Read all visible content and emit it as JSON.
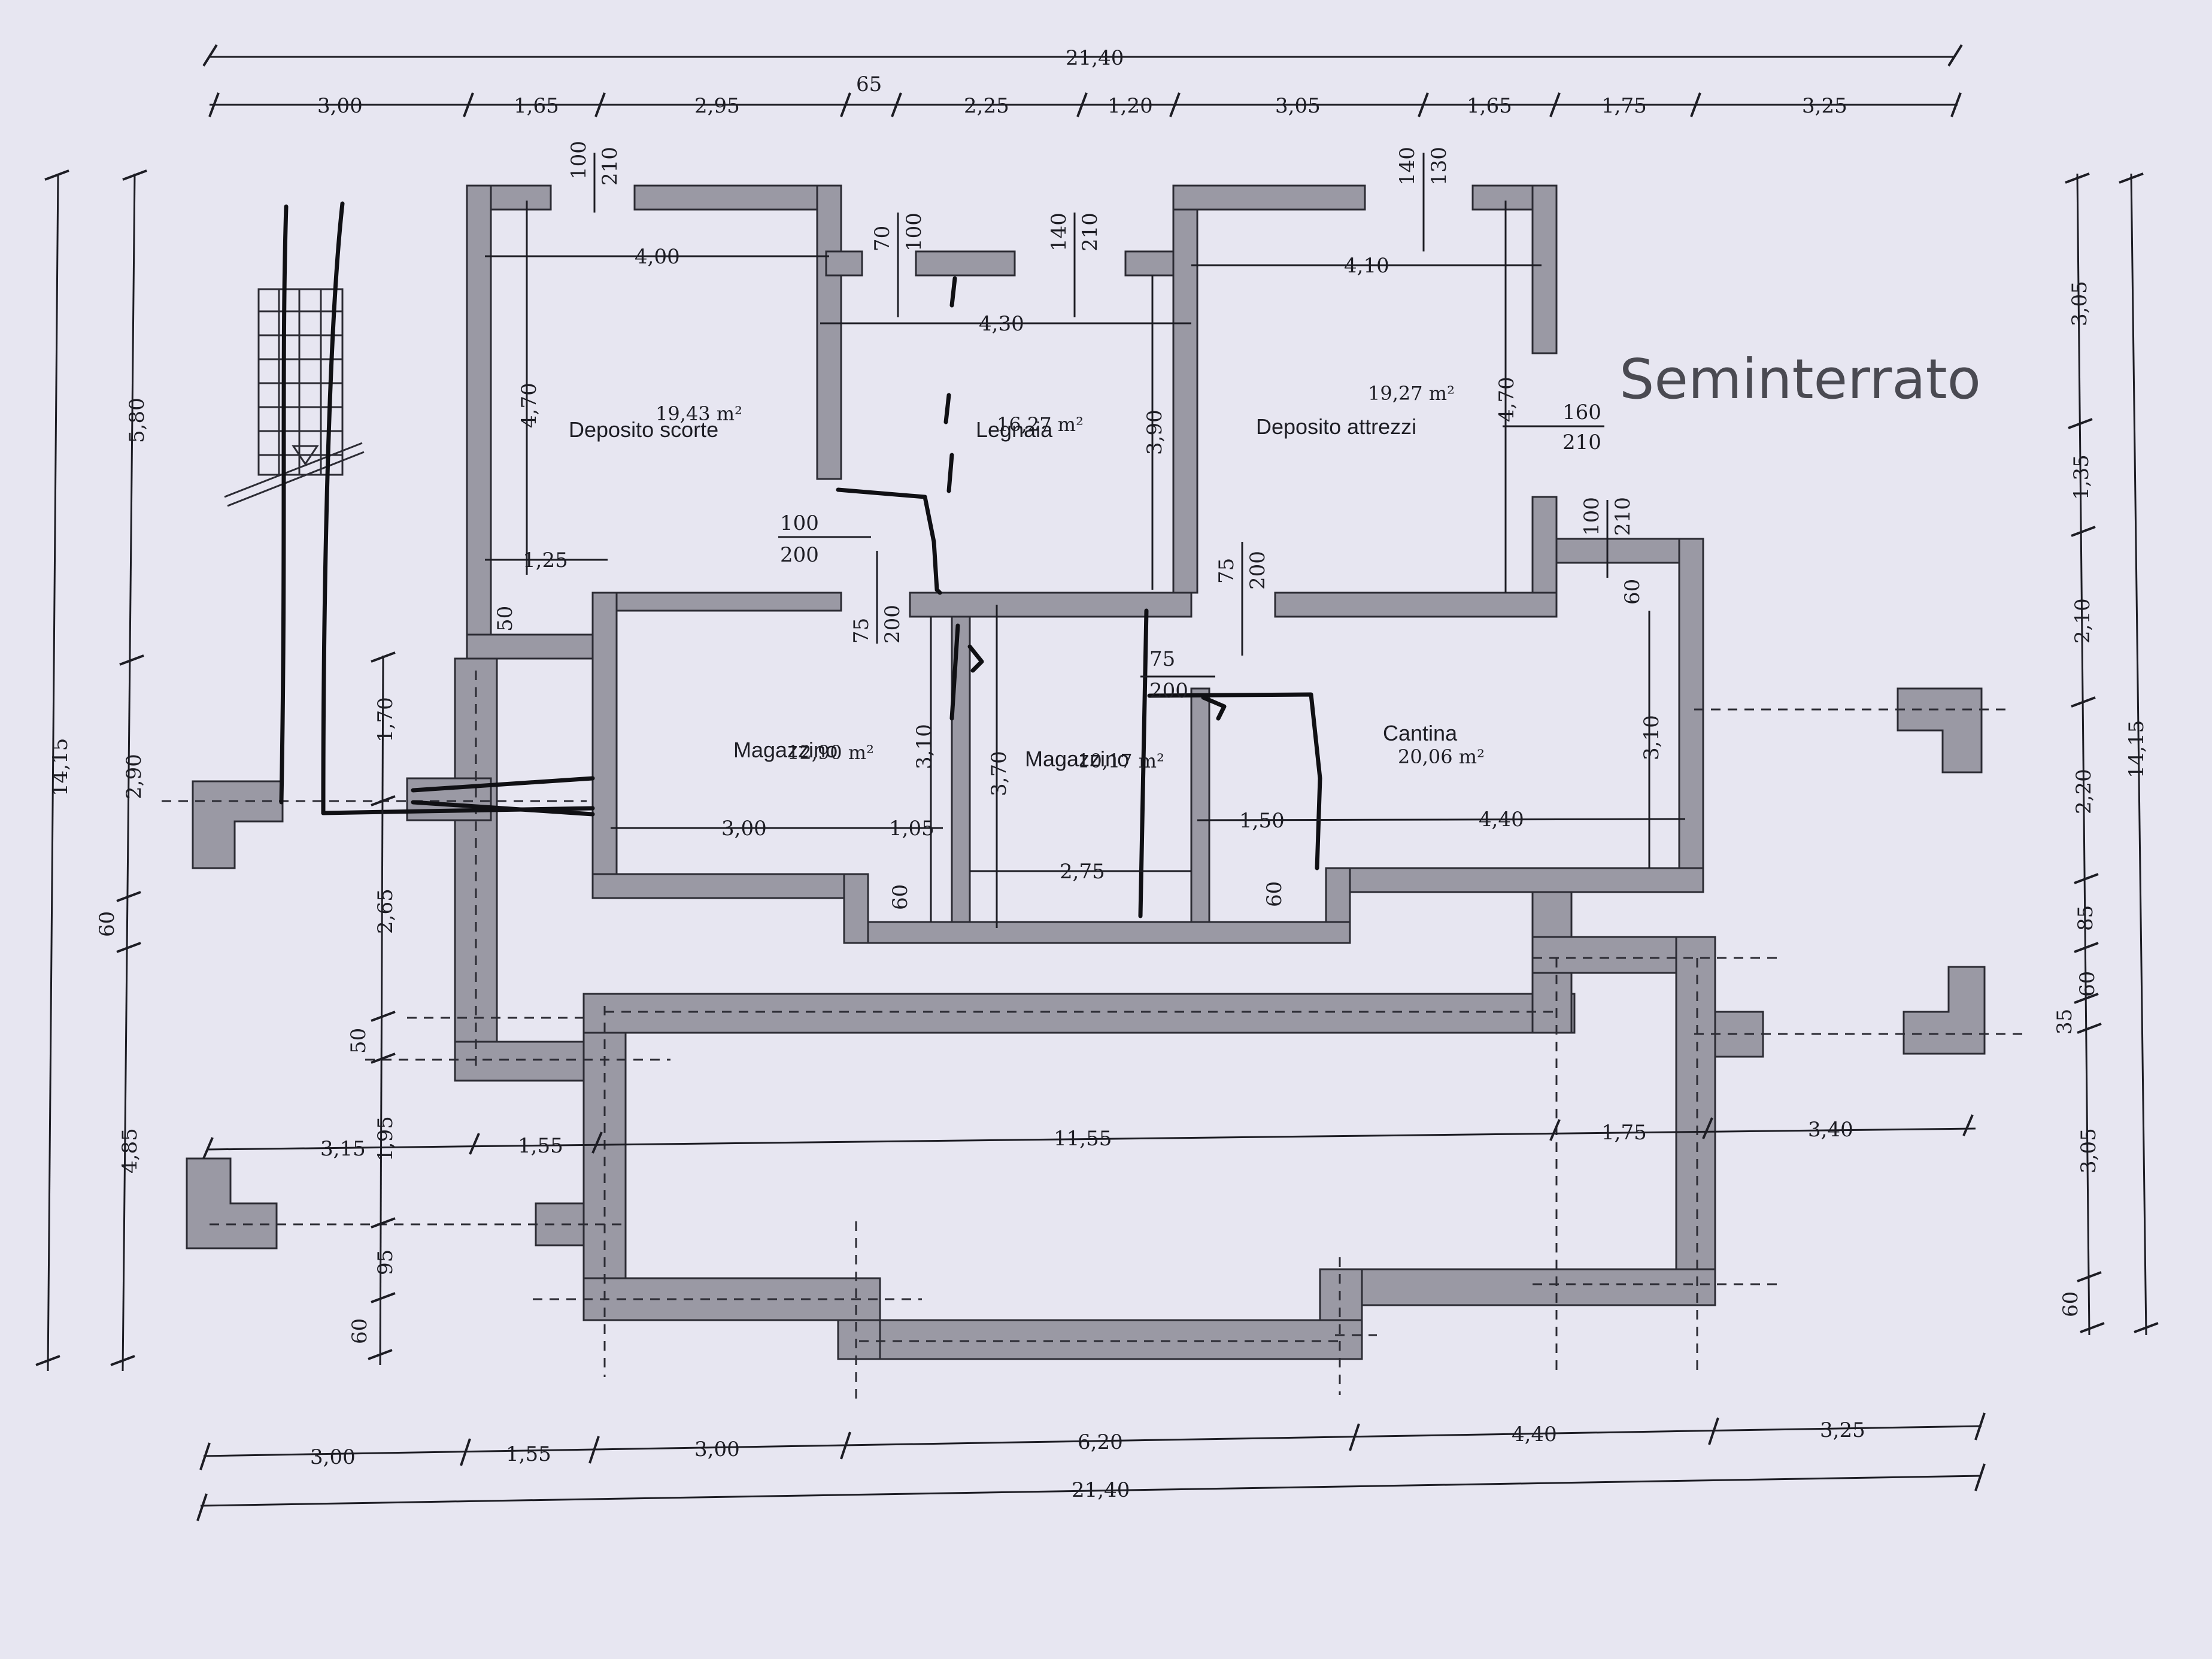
{
  "title": "Seminterrato",
  "rooms": {
    "deposito_scorte": {
      "name": "Deposito scorte",
      "area": "19,43 m²"
    },
    "legnaia": {
      "name": "Legnaia",
      "area": "16,27 m²"
    },
    "deposito_attrezzi": {
      "name": "Deposito attrezzi",
      "area": "19,27 m²"
    },
    "magazzino_1": {
      "name": "Magazzino",
      "area": "12,90 m²"
    },
    "magazzino_2": {
      "name": "Magazzino",
      "area": "10,17 m²"
    },
    "cantina": {
      "name": "Cantina",
      "area": "20,06 m²"
    }
  },
  "dims": {
    "top_total": "21,40",
    "top_chain": [
      "3,00",
      "1,65",
      "2,95",
      "65",
      "2,25",
      "1,20",
      "3,05",
      "1,65",
      "1,75",
      "3,25"
    ],
    "bottom_total": "21,40",
    "bottom_chain": [
      "3,00",
      "1,55",
      "3,00",
      "6,20",
      "4,40",
      "3,25"
    ],
    "left_total": "14,15",
    "left_chain_a": [
      "5,80",
      "2,90",
      "60",
      "4,85"
    ],
    "left_chain_b": [
      "1,70",
      "2,65",
      "50",
      "1,95",
      "95",
      "60"
    ],
    "right_total": "14,15",
    "right_chain": [
      "3,05",
      "1,35",
      "2,10",
      "2,20",
      "85",
      "60",
      "35",
      "3,05",
      "60"
    ],
    "mid_row": [
      "3,15",
      "1,55",
      "11,55",
      "1,75",
      "3,40"
    ],
    "interior": {
      "d_4_00": "4,00",
      "d_4_30": "4,30",
      "d_4_10": "4,10",
      "d_4_70_a": "4,70",
      "d_4_70_b": "4,70",
      "d_3_90": "3,90",
      "d_1_25": "1,25",
      "d_50": "50",
      "d_3_00": "3,00",
      "d_1_05": "1,05",
      "d_3_10_a": "3,10",
      "d_60_a": "60",
      "d_3_70": "3,70",
      "d_2_75": "2,75",
      "d_1_50": "1,50",
      "d_4_40": "4,40",
      "d_60_b": "60",
      "d_3_10_b": "3,10",
      "d_60_c": "60"
    },
    "openings": {
      "o1_top": "100",
      "o1_bot": "210",
      "o2_top": "70",
      "o2_bot": "100",
      "o3_top": "140",
      "o3_bot": "210",
      "o4_top": "140",
      "o4_bot": "130",
      "o5_top": "160",
      "o5_bot": "210",
      "o6_top": "100",
      "o6_bot": "210",
      "o7_top": "100",
      "o7_bot": "200",
      "o8_top": "75",
      "o8_bot": "200",
      "o9_top": "75",
      "o9_bot": "200",
      "o10_top": "75",
      "o10_bot": "200"
    }
  }
}
